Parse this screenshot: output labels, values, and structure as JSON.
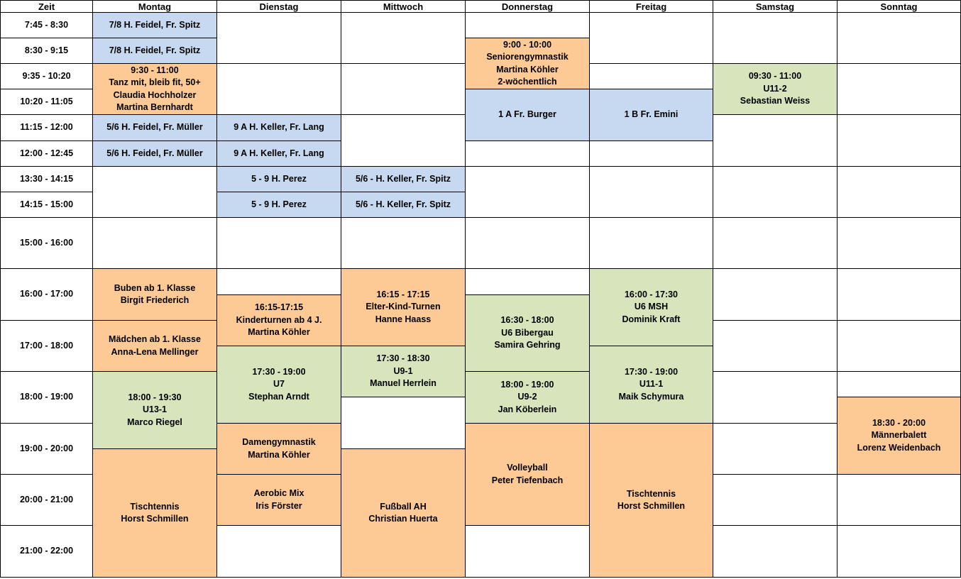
{
  "header": {
    "time_label": "Zeit",
    "days": [
      "Montag",
      "Dienstag",
      "Mittwoch",
      "Donnerstag",
      "Freitag",
      "Samstag",
      "Sonntag"
    ]
  },
  "times": [
    "7:45 - 8:30",
    "8:30 - 9:15",
    "9:35 - 10:20",
    "10:20 - 11:05",
    "11:15 - 12:00",
    "12:00 - 12:45",
    "13:30 - 14:15",
    "14:15 - 15:00",
    "15:00 - 16:00",
    "16:00 - 17:00",
    "17:00 - 18:00",
    "18:00 - 19:00",
    "19:00 - 20:00",
    "20:00 - 21:00",
    "21:00 - 22:00"
  ],
  "colors": {
    "school": "#c6d9f0",
    "gymnastics": "#fdca96",
    "football": "#d7e4bc"
  },
  "events": [
    {
      "day": "Montag",
      "category": "school",
      "text": "7/8 H. Feidel, Fr. Spitz"
    },
    {
      "day": "Montag",
      "category": "school",
      "text": "7/8 H. Feidel, Fr. Spitz"
    },
    {
      "day": "Montag",
      "category": "gymnastics",
      "text": "9:30 - 11:00\nTanz mit, bleib fit, 50+\nClaudia Hochholzer\nMartina Bernhardt"
    },
    {
      "day": "Montag",
      "category": "school",
      "text": "5/6 H. Feidel, Fr. Müller"
    },
    {
      "day": "Montag",
      "category": "school",
      "text": "5/6 H. Feidel, Fr. Müller"
    },
    {
      "day": "Montag",
      "category": "gymnastics",
      "text": "Buben ab 1. Klasse\nBirgit Friederich"
    },
    {
      "day": "Montag",
      "category": "gymnastics",
      "text": "Mädchen ab 1. Klasse\nAnna-Lena Mellinger"
    },
    {
      "day": "Montag",
      "category": "football",
      "text": "18:00 - 19:30\nU13-1\nMarco Riegel"
    },
    {
      "day": "Montag",
      "category": "gymnastics",
      "text": "Tischtennis\nHorst Schmillen"
    },
    {
      "day": "Dienstag",
      "category": "school",
      "text": "9 A H. Keller, Fr. Lang"
    },
    {
      "day": "Dienstag",
      "category": "school",
      "text": "9 A H. Keller, Fr. Lang"
    },
    {
      "day": "Dienstag",
      "category": "school",
      "text": "5 - 9 H. Perez"
    },
    {
      "day": "Dienstag",
      "category": "school",
      "text": "5 - 9 H. Perez"
    },
    {
      "day": "Dienstag",
      "category": "gymnastics",
      "text": "16:15-17:15\nKinderturnen ab 4 J.\nMartina Köhler"
    },
    {
      "day": "Dienstag",
      "category": "football",
      "text": "17:30 - 19:00\nU7\nStephan Arndt"
    },
    {
      "day": "Dienstag",
      "category": "gymnastics",
      "text": "Damengymnastik\nMartina Köhler"
    },
    {
      "day": "Dienstag",
      "category": "gymnastics",
      "text": "Aerobic Mix\nIris Förster"
    },
    {
      "day": "Mittwoch",
      "category": "school",
      "text": "5/6 - H. Keller, Fr. Spitz"
    },
    {
      "day": "Mittwoch",
      "category": "school",
      "text": "5/6 - H. Keller, Fr. Spitz"
    },
    {
      "day": "Mittwoch",
      "category": "gymnastics",
      "text": "16:15 - 17:15\nElter-Kind-Turnen\nHanne Haass"
    },
    {
      "day": "Mittwoch",
      "category": "football",
      "text": "17:30 - 18:30\nU9-1\nManuel Herrlein"
    },
    {
      "day": "Mittwoch",
      "category": "gymnastics",
      "text": "Fußball AH\nChristian Huerta"
    },
    {
      "day": "Donnerstag",
      "category": "gymnastics",
      "text": "9:00 - 10:00\nSeniorengymnastik\nMartina Köhler\n2-wöchentlich"
    },
    {
      "day": "Donnerstag",
      "category": "school",
      "text": "1 A Fr. Burger"
    },
    {
      "day": "Donnerstag",
      "category": "football",
      "text": "16:30 - 18:00\nU6 Bibergau\nSamira Gehring"
    },
    {
      "day": "Donnerstag",
      "category": "football",
      "text": "18:00 - 19:00\nU9-2\nJan Köberlein"
    },
    {
      "day": "Donnerstag",
      "category": "gymnastics",
      "text": "Volleyball\nPeter Tiefenbach"
    },
    {
      "day": "Freitag",
      "category": "school",
      "text": "1 B Fr. Emini"
    },
    {
      "day": "Freitag",
      "category": "football",
      "text": "16:00 - 17:30\nU6 MSH\nDominik Kraft"
    },
    {
      "day": "Freitag",
      "category": "football",
      "text": "17:30 - 19:00\nU11-1\nMaik Schymura"
    },
    {
      "day": "Freitag",
      "category": "gymnastics",
      "text": "Tischtennis\nHorst Schmillen"
    },
    {
      "day": "Samstag",
      "category": "football",
      "text": "09:30 - 11:00\nU11-2\nSebastian Weiss"
    },
    {
      "day": "Sonntag",
      "category": "gymnastics",
      "text": "18:30 - 20:00\nMännerbalett\nLorenz Weidenbach"
    }
  ]
}
